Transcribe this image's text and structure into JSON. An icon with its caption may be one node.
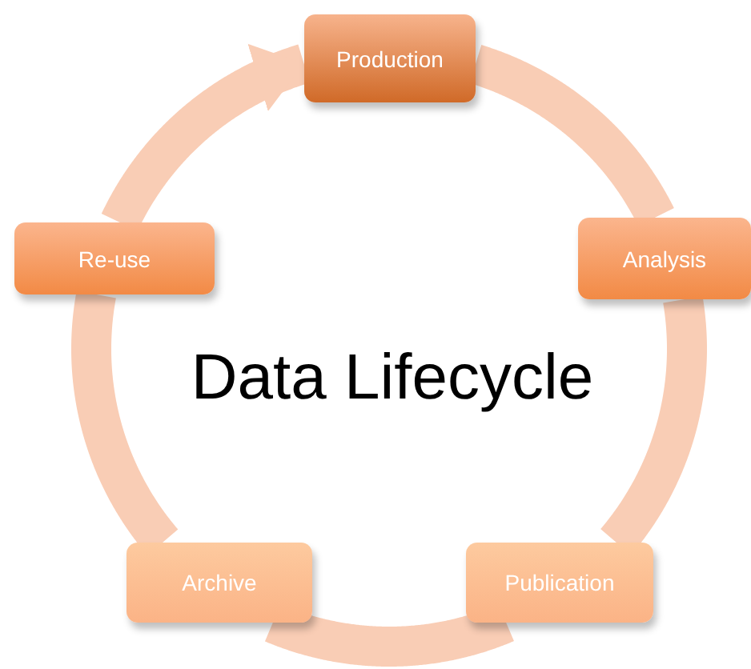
{
  "diagram": {
    "title": "Data Lifecycle",
    "nodes": [
      {
        "text": [
          "Production"
        ]
      },
      {
        "text": [
          "Analysis"
        ]
      },
      {
        "text": [
          "Publication"
        ]
      },
      {
        "text": [
          "Archive"
        ]
      },
      {
        "text": [
          "Re-use"
        ]
      }
    ],
    "edges": [
      {
        "from": 0,
        "to": 1,
        "arrow": "none"
      },
      {
        "from": 1,
        "to": 2,
        "arrow": "none"
      },
      {
        "from": 2,
        "to": 3,
        "arrow": "none"
      },
      {
        "from": 3,
        "to": 4,
        "arrow": "none"
      },
      {
        "from": 4,
        "to": 0,
        "arrow": "to"
      }
    ]
  }
}
